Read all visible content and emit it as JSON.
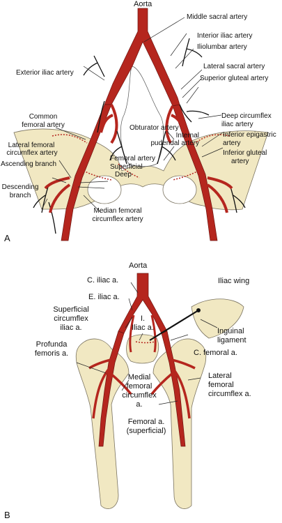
{
  "panels": [
    {
      "letter": "A",
      "labels": {
        "aorta": "Aorta",
        "middle_sacral": "Middle sacral artery",
        "interior_iliac": "Interior iliac artery",
        "iliolumbar": "Iliolumbar artery",
        "lateral_sacral": "Lateral sacral artery",
        "superior_gluteal": "Superior gluteal artery",
        "exterior_iliac": "Exterior iliac artery",
        "common_femoral_l1": "Common",
        "common_femoral_l2": "femoral artery",
        "deep_circ_l1": "Deep circumflex",
        "deep_circ_l2": "iliac artery",
        "obturator": "Obturator artery",
        "int_pudendal_l1": "Internal",
        "int_pudendal_l2": "pudendal artery",
        "inf_epigastric_l1": "Inferior epigastric",
        "inf_epigastric_l2": "artery",
        "lat_fem_circ_l1": "Lateral femoral",
        "lat_fem_circ_l2": "circumflex artery",
        "femoral": "Femoral artery",
        "superficial": "Superficial",
        "deep": "Deep",
        "inf_gluteal_l1": "Inferior gluteal",
        "inf_gluteal_l2": "artery",
        "ascending": "Ascending branch",
        "descending_l1": "Descending",
        "descending_l2": "branch",
        "median_fem_l1": "Median femoral",
        "median_fem_l2": "circumflex artery"
      }
    },
    {
      "letter": "B",
      "labels": {
        "aorta": "Aorta",
        "c_iliac": "C. iliac a.",
        "iliac_wing": "Iliac wing",
        "e_iliac": "E. iliac a.",
        "sup_circ_l1": "Superficial",
        "sup_circ_l2": "circumflex",
        "sup_circ_l3": "iliac a.",
        "i_iliac_l1": "I.",
        "i_iliac_l2": "Iliac a.",
        "inguinal_l1": "Inguinal",
        "inguinal_l2": "ligament",
        "c_femoral": "C. femoral a.",
        "profunda_l1": "Profunda",
        "profunda_l2": "femoris a.",
        "medial_l1": "Medial",
        "medial_l2": "femoral",
        "medial_l3": "circumflex",
        "medial_l4": "a.",
        "lateral_l1": "Lateral",
        "lateral_l2": "femoral",
        "lateral_l3": "circumflex a.",
        "femoral_l1": "Femoral a.",
        "femoral_l2": "(superficial)"
      }
    }
  ],
  "colors": {
    "artery": "#b5261e",
    "artery_outline": "#6e1410",
    "bone": "#f1e8c2",
    "bone_outline": "#7a7360",
    "line": "#222222",
    "dotted": "#b5261e"
  }
}
